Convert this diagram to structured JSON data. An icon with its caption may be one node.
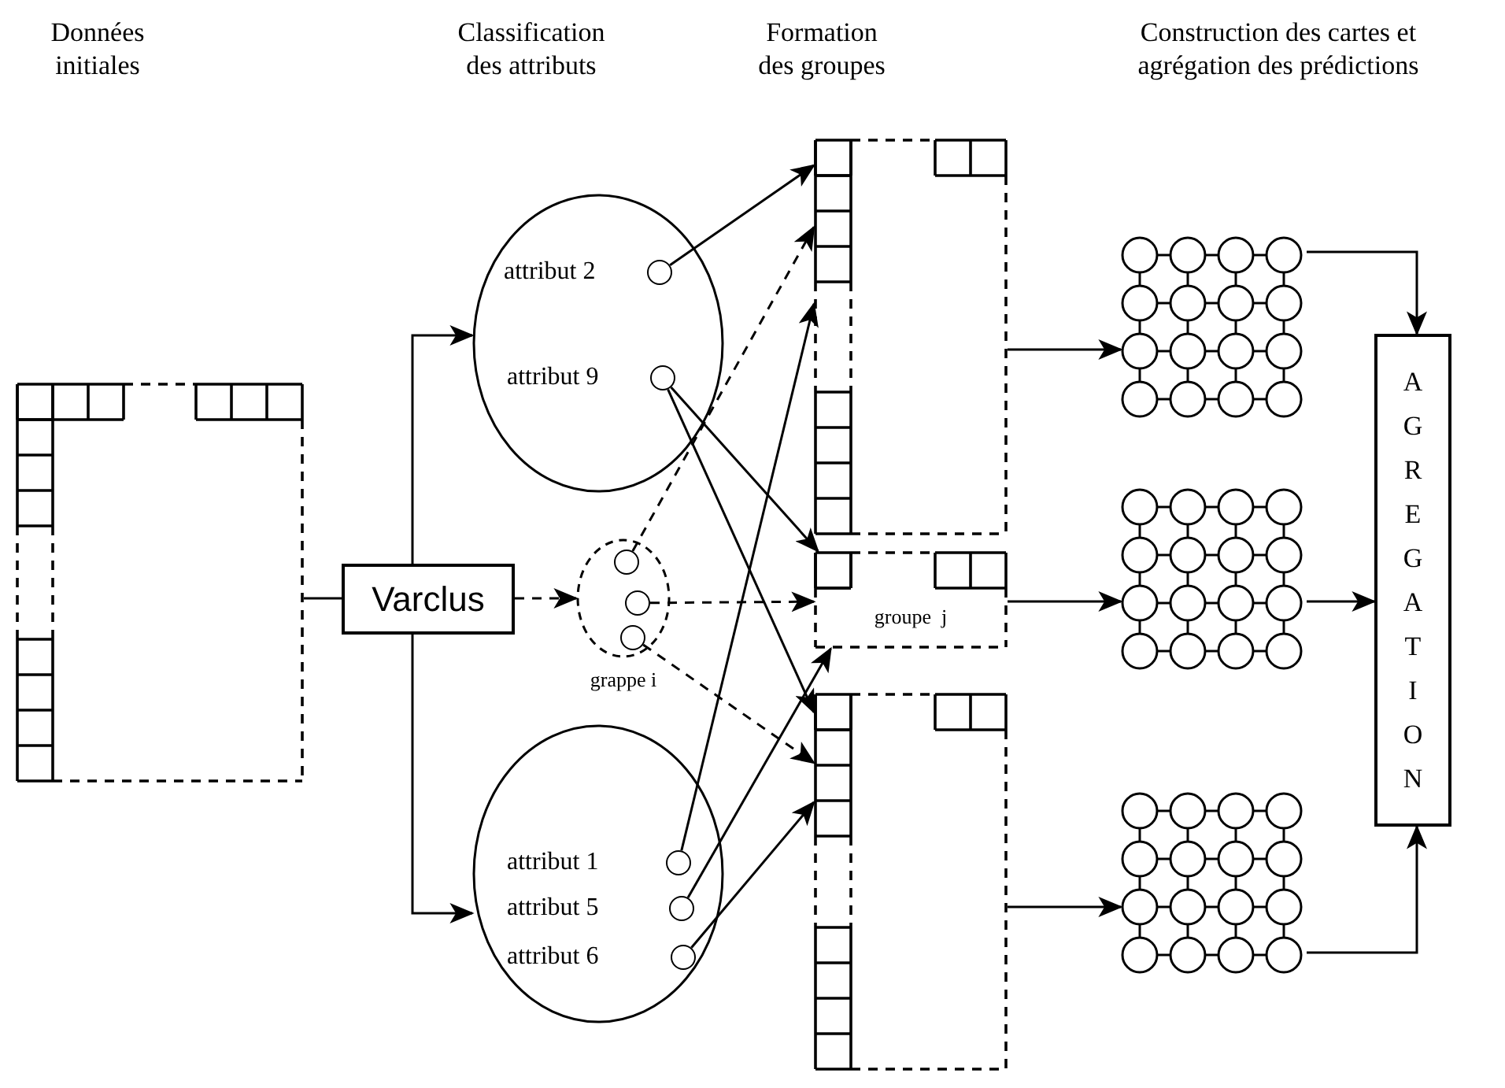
{
  "diagram": {
    "nodes": [
      {
        "text": [],
        "shape": "table"
      },
      {
        "text": [
          "Varclus"
        ]
      },
      {
        "text": [],
        "shape": "ellipse"
      },
      {
        "text": [
          "attribut 2"
        ],
        "in": 2
      },
      {
        "text": [
          "attribut 9"
        ],
        "in": 2
      },
      {
        "text": [
          "grappe i"
        ]
      },
      {
        "text": [],
        "shape": "circle",
        "in": 5
      },
      {
        "text": [],
        "shape": "circle",
        "in": 5
      },
      {
        "text": [],
        "shape": "circle",
        "in": 5
      },
      {
        "text": [],
        "shape": "ellipse"
      },
      {
        "text": [
          "attribut 1"
        ],
        "in": 9
      },
      {
        "text": [
          "attribut 5"
        ],
        "in": 9
      },
      {
        "text": [
          "attribut 6"
        ],
        "in": 9
      },
      {
        "text": [],
        "shape": "table"
      },
      {
        "text": [
          "groupe  j"
        ]
      },
      {
        "text": [],
        "shape": "table"
      },
      {
        "text": [],
        "shape": "grid"
      },
      {
        "text": [],
        "shape": "grid"
      },
      {
        "text": [],
        "shape": "grid"
      },
      {
        "text": [
          "AGREGATION"
        ]
      }
    ],
    "edges": [
      {
        "from": 0,
        "to": 1,
        "arrow": "none"
      },
      {
        "from": 1,
        "to": 2,
        "arrow": "to"
      },
      {
        "from": 1,
        "to": 9,
        "arrow": "to"
      },
      {
        "from": 1,
        "to": 5,
        "arrow": "to",
        "style": "dashed"
      },
      {
        "from": 3,
        "to": 13,
        "arrow": "to"
      },
      {
        "from": 4,
        "to": 14,
        "arrow": "to"
      },
      {
        "from": 4,
        "to": 15,
        "arrow": "to"
      },
      {
        "from": 6,
        "to": 13,
        "arrow": "to",
        "style": "dashed"
      },
      {
        "from": 7,
        "to": 14,
        "arrow": "to",
        "style": "dashed"
      },
      {
        "from": 8,
        "to": 15,
        "arrow": "to",
        "style": "dashed"
      },
      {
        "from": 10,
        "to": 13,
        "arrow": "to"
      },
      {
        "from": 11,
        "to": 14,
        "arrow": "to"
      },
      {
        "from": 12,
        "to": 15,
        "arrow": "to"
      },
      {
        "from": 13,
        "to": 16,
        "arrow": "to"
      },
      {
        "from": 14,
        "to": 17,
        "arrow": "to"
      },
      {
        "from": 15,
        "to": 18,
        "arrow": "to"
      },
      {
        "from": 16,
        "to": 19,
        "arrow": "to"
      },
      {
        "from": 17,
        "to": 19,
        "arrow": "to"
      },
      {
        "from": 18,
        "to": 19,
        "arrow": "to"
      }
    ],
    "labels": [
      "Données initiales",
      "Classification des attributs",
      "Formation des groupes",
      "Construction des cartes et agrégation des prédictions"
    ]
  }
}
